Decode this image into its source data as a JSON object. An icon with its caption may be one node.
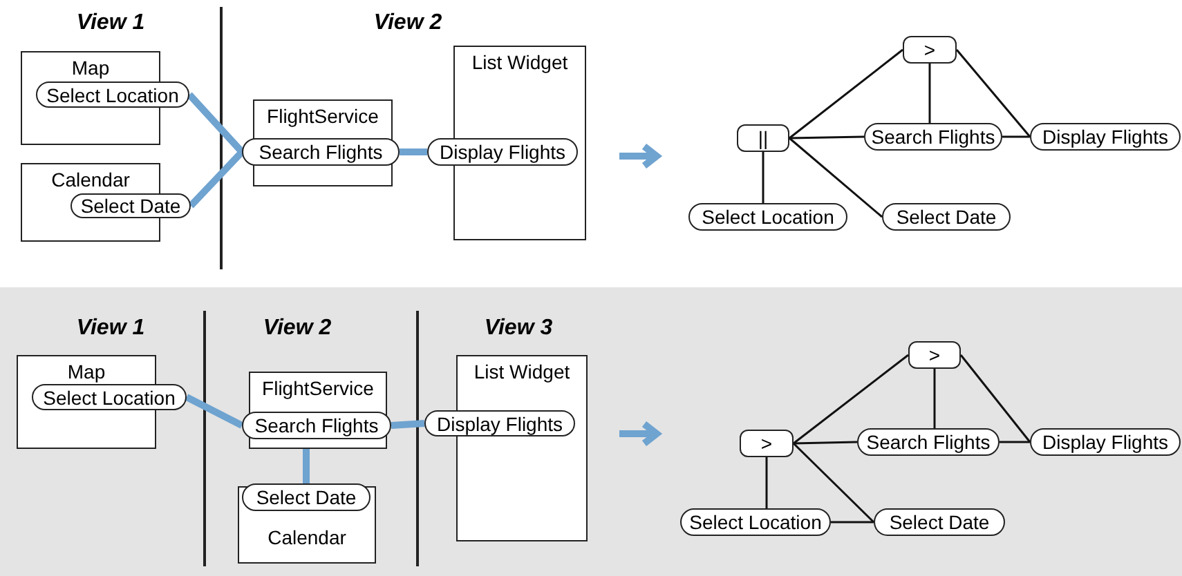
{
  "diagram": {
    "nodes": [
      {
        "text": [
          "Map"
        ]
      },
      {
        "text": [
          "Select Location"
        ]
      },
      {
        "text": [
          "Calendar"
        ]
      },
      {
        "text": [
          "Select Date"
        ]
      },
      {
        "text": [
          "FlightService"
        ]
      },
      {
        "text": [
          "Search Flights"
        ]
      },
      {
        "text": [
          "List Widget"
        ]
      },
      {
        "text": [
          "Display Flights"
        ]
      },
      {
        "text": [
          ">"
        ]
      },
      {
        "text": [
          "||"
        ]
      },
      {
        "text": [
          "Search Flights"
        ]
      },
      {
        "text": [
          "Display Flights"
        ]
      },
      {
        "text": [
          "Select Location"
        ]
      },
      {
        "text": [
          "Select Date"
        ]
      },
      {
        "text": [
          "Map"
        ]
      },
      {
        "text": [
          "Select Location"
        ]
      },
      {
        "text": [
          "FlightService"
        ]
      },
      {
        "text": [
          "Search Flights"
        ]
      },
      {
        "text": [
          "Calendar"
        ]
      },
      {
        "text": [
          "Select Date"
        ]
      },
      {
        "text": [
          "List Widget"
        ]
      },
      {
        "text": [
          "Display Flights"
        ]
      },
      {
        "text": [
          ">"
        ]
      },
      {
        "text": [
          ">"
        ]
      },
      {
        "text": [
          "Search Flights"
        ]
      },
      {
        "text": [
          "Display Flights"
        ]
      },
      {
        "text": [
          "Select Location"
        ]
      },
      {
        "text": [
          "Select Date"
        ]
      }
    ],
    "edges": [
      {
        "from": 1,
        "to": 5,
        "arrow": "none",
        "style": "thick",
        "color": "#6fa3d0"
      },
      {
        "from": 3,
        "to": 5,
        "arrow": "none",
        "style": "thick",
        "color": "#6fa3d0"
      },
      {
        "from": 5,
        "to": 7,
        "arrow": "none",
        "style": "thick",
        "color": "#6fa3d0"
      },
      {
        "from": 8,
        "to": 9,
        "arrow": "none"
      },
      {
        "from": 8,
        "to": 10,
        "arrow": "none"
      },
      {
        "from": 8,
        "to": 11,
        "arrow": "none"
      },
      {
        "from": 9,
        "to": 10,
        "arrow": "none"
      },
      {
        "from": 10,
        "to": 11,
        "arrow": "none"
      },
      {
        "from": 9,
        "to": 12,
        "arrow": "none"
      },
      {
        "from": 9,
        "to": 13,
        "arrow": "none"
      },
      {
        "from": 15,
        "to": 17,
        "arrow": "none",
        "style": "thick",
        "color": "#6fa3d0"
      },
      {
        "from": 17,
        "to": 19,
        "arrow": "none",
        "style": "thick",
        "color": "#6fa3d0"
      },
      {
        "from": 17,
        "to": 21,
        "arrow": "none",
        "style": "thick",
        "color": "#6fa3d0"
      },
      {
        "from": 22,
        "to": 23,
        "arrow": "none"
      },
      {
        "from": 22,
        "to": 24,
        "arrow": "none"
      },
      {
        "from": 22,
        "to": 25,
        "arrow": "none"
      },
      {
        "from": 23,
        "to": 24,
        "arrow": "none"
      },
      {
        "from": 24,
        "to": 25,
        "arrow": "none"
      },
      {
        "from": 23,
        "to": 26,
        "arrow": "none"
      },
      {
        "from": 23,
        "to": 27,
        "arrow": "none"
      },
      {
        "from": 26,
        "to": 27,
        "arrow": "none"
      }
    ],
    "labels": [
      "View 1",
      "View 2",
      "View 1",
      "View 2",
      "View 3"
    ]
  }
}
